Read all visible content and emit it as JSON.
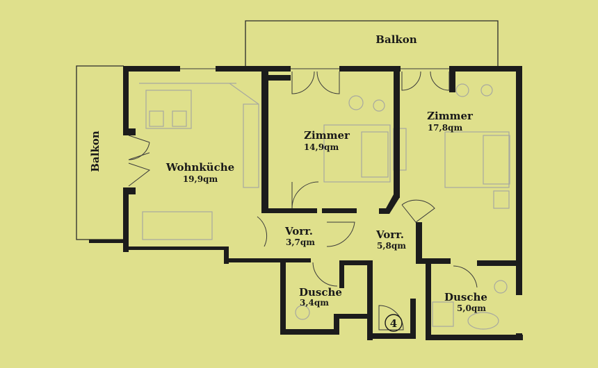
{
  "balconies": {
    "top": "Balkon",
    "left": "Balkon"
  },
  "rooms": [
    {
      "name": "Wohnküche",
      "area": "19,9qm"
    },
    {
      "name": "Zimmer",
      "area": "14,9qm"
    },
    {
      "name": "Zimmer",
      "area": "17,8qm"
    },
    {
      "name": "Vorr.",
      "area": "3,7qm"
    },
    {
      "name": "Vorr.",
      "area": "5,8qm"
    },
    {
      "name": "Dusche",
      "area": "3,4qm"
    },
    {
      "name": "Dusche",
      "area": "5,0qm"
    }
  ],
  "unit_number": "4"
}
